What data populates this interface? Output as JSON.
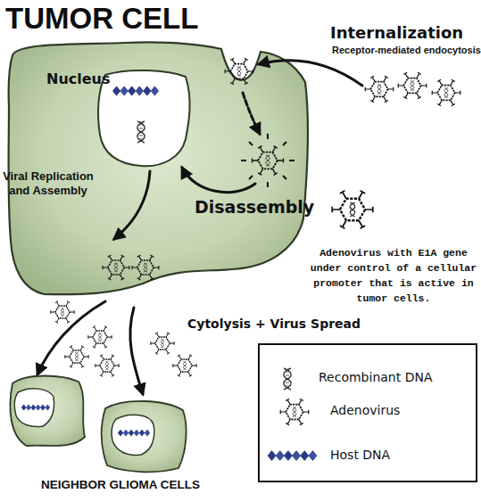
{
  "diagram": {
    "title": "TUMOR CELL",
    "nodes": [
      {
        "text": [
          "Disassembly"
        ]
      },
      {
        "text": [
          "Nucleus"
        ],
        "in": 0
      }
    ],
    "labels": [
      "Internalization",
      "Receptor-mediated endocytosis",
      "Viral Replication and Assembly",
      "Cytolysis + Virus Spread",
      "Adenovirus with E1A gene under control of a cellular promoter that is active in tumor cells.",
      "NEIGHBOR GLIOMA CELLS"
    ],
    "legend": [
      {
        "text": "Recombinant DNA"
      },
      {
        "text": "Adenovirus"
      },
      {
        "text": "Host DNA"
      }
    ]
  }
}
